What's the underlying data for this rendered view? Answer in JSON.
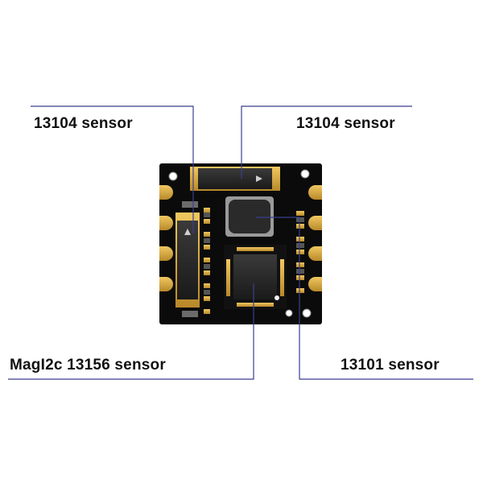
{
  "labels": {
    "top_left": "13104 sensor",
    "top_right": "13104 sensor",
    "bottom_left": "MagI2c 13156 sensor",
    "bottom_right": "13101 sensor"
  },
  "colors": {
    "leader_line": "#3a3f8f",
    "pcb": "#0b0b0b",
    "gold_pad": "#d9a83a",
    "chip_body": "#1d1d1d"
  }
}
